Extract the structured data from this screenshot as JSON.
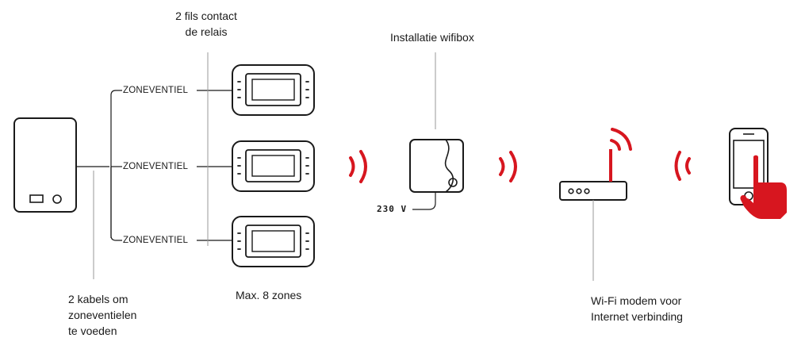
{
  "labels": {
    "relay_contacts_line1": "2 fils contact",
    "relay_contacts_line2": "de relais",
    "wifibox_install": "Installatie wifibox",
    "zone_valve_1": "ZONEVENTIEL",
    "zone_valve_2": "ZONEVENTIEL",
    "zone_valve_3": "ZONEVENTIEL",
    "voltage": "230 V",
    "cables_line1": "2 kabels om",
    "cables_line2": "zoneventielen",
    "cables_line3": "te voeden",
    "max_zones": "Max. 8 zones",
    "modem_line1": "Wi-Fi modem voor",
    "modem_line2": "Internet verbinding"
  },
  "colors": {
    "line": "#1a1a1a",
    "thin_line": "#999999",
    "accent_red": "#d7161f",
    "background": "#ffffff"
  },
  "icons": {
    "boiler": "boiler-icon",
    "thermostat": "thermostat-icon",
    "wifibox": "wifibox-icon",
    "router": "router-icon",
    "smartphone": "smartphone-icon",
    "hand": "hand-icon",
    "signal": "wifi-signal-icon"
  }
}
